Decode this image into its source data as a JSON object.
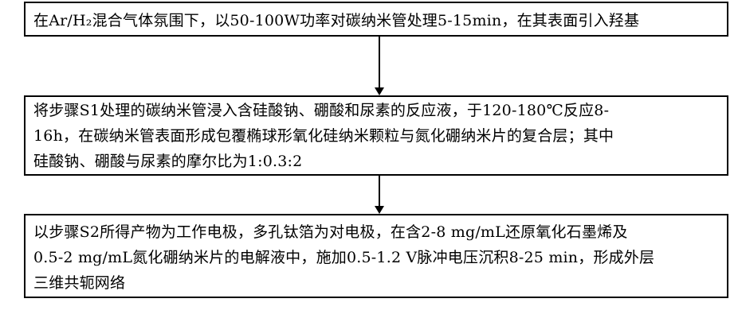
{
  "flowchart": {
    "steps": [
      {
        "text": "在Ar/H₂混合气体氛围下，以50-100W功率对碳纳米管处理5-15min，在其表面引入羟基"
      },
      {
        "text": "将步骤S1处理的碳纳米管浸入含硅酸钠、硼酸和尿素的反应液，于120-180℃反应8-\n16h，在碳纳米管表面形成包覆椭球形氧化硅纳米颗粒与氮化硼纳米片的复合层；其中\n硅酸钠、硼酸与尿素的摩尔比为1:0.3:2"
      },
      {
        "text": "以步骤S2所得产物为工作电极，多孔钛箔为对电极，在含2-8 mg/mL还原氧化石墨烯及\n0.5-2 mg/mL氮化硼纳米片的电解液中，施加0.5-1.2 V脉冲电压沉积8-25 min，形成外层\n三维共轭网络"
      }
    ]
  }
}
